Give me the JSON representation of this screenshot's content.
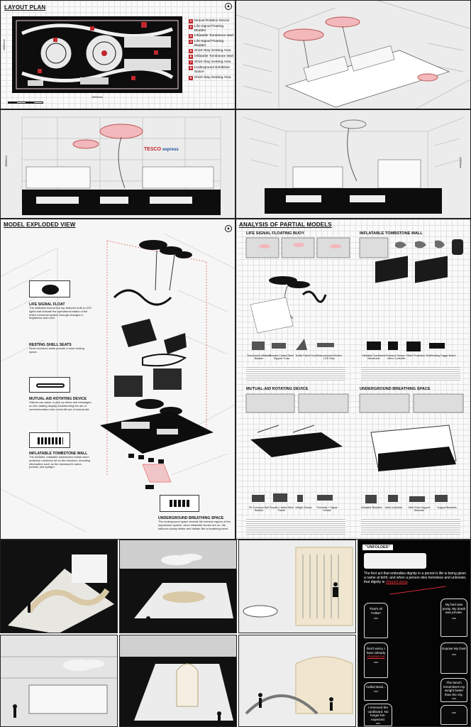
{
  "layout_plan": {
    "title": "LAYOUT PLAN",
    "scale_label": "25000mm",
    "side_dim": "18000mm",
    "legend": [
      {
        "num": "1",
        "label": "Mutual Rotation Device"
      },
      {
        "num": "2",
        "label": "Life-Signal Floating Bladder"
      },
      {
        "num": "3",
        "label": "Inflatable Tombstone Wall"
      },
      {
        "num": "4",
        "label": "Life-Signal Floating Bladder"
      },
      {
        "num": "5",
        "label": "Short-Stay Seating Area"
      },
      {
        "num": "6",
        "label": "Inflatable Tombstone Wall"
      },
      {
        "num": "7",
        "label": "Short-Stay Seating Area"
      },
      {
        "num": "8",
        "label": "Underground Exhibition Space"
      },
      {
        "num": "9",
        "label": "Short-Stay Seating Area"
      }
    ]
  },
  "section": {
    "store_name": "TESCO",
    "store_suffix": "express",
    "dim_left": "25000mm",
    "dim_right": "12000mm"
  },
  "exploded": {
    "title": "MODEL EXPLODED VIEW",
    "captions": [
      {
        "head": "LIFE SIGNAL FLOAT",
        "body": "The inflatable float at the top features built-in LED lights that indicate the operational status of the entire memorial system through changes in brightness and color."
      },
      {
        "head": "RESTING SHELL SEATS",
        "body": "Semi-enclosed seats provide a short resting space."
      },
      {
        "head": "MUTUAL-AID ROTATING DEVICE",
        "body": "Visitors can place or pick up items and messages on the rotating display, transforming the act of commemoration into a real-life act of mutual aid."
      },
      {
        "head": "INFLATABLE TOMBSTONE WALL",
        "body": "The deflated, inflatable tombstones inflate when audience members sit on the benches, revealing information such as the deceased's name, portrait, and epitaph."
      },
      {
        "head": "UNDERGROUND BREATHING SPACE",
        "body": "The underground space reveals the internal organs of the impression system: when inflatable stones are on, the balloons slowly inflate and deflate like a breathing heart."
      }
    ]
  },
  "analysis": {
    "title": "ANALYSIS OF PARTIAL MODELS",
    "sections": [
      {
        "title": "LIFE SIGNAL FLOATING BUOY",
        "components": [
          "Translucent Inflatable Bladder",
          "Powder-Coated Steel Support Truss",
          "Textile Fabric Duct",
          "Solar-powered Modern LED Strip"
        ]
      },
      {
        "title": "INFLATABLE TOMBSTONE WALL",
        "components": [
          "Inflatable Tombstone Membrane",
          "Pressure Sensor + Micro Controller",
          "Steel Protective Shell",
          "Seating Trigger Board"
        ]
      },
      {
        "title": "MUTUAL-AID ROTATING DEVICE",
        "components": [
          "PE Conveyor Belt Surface",
          "Powder-Coated Steel Frame",
          "Weight Sensor",
          "Proximity + Signal Sensor"
        ]
      },
      {
        "title": "UNDERGROUND BREATHING SPACE",
        "components": [
          "Inflatable Bladders",
          "Main Controller",
          "Steel Floor Support Structure",
          "Support Brackets"
        ]
      }
    ]
  },
  "epitaphs": {
    "heading": "\"UNFOLDED\"",
    "intro_a": "The first act that embodies dignity in a person's life is being given a name at birth; and when a person dies homeless and unknown, that dignity is",
    "intro_emph": "stripped away",
    "intro_b": ".",
    "stones": [
      {
        "text": "That's All Folks!!",
        "sign": "xxx"
      },
      {
        "text": "My bed was pretty. My death was private.",
        "sign": "xxx"
      },
      {
        "text": "Don't worry. I have already",
        "emph": "checked out",
        "sign": "xxx"
      },
      {
        "text": "Expose My Dust",
        "sign": "xxx"
      },
      {
        "text": "Called Back...",
        "sign": "xxx"
      },
      {
        "text": "The bench remembers my weight better than the city.",
        "sign": "xxx"
      },
      {
        "text": "I removed the cardboard. No longer bin-expected.",
        "sign": "xxx"
      },
      {
        "text": "",
        "sign": "xxx"
      }
    ]
  },
  "colors": {
    "accent": "#c0272d",
    "float_pink": "#f2b8bb",
    "panel_dark": "#0a0a0a"
  }
}
